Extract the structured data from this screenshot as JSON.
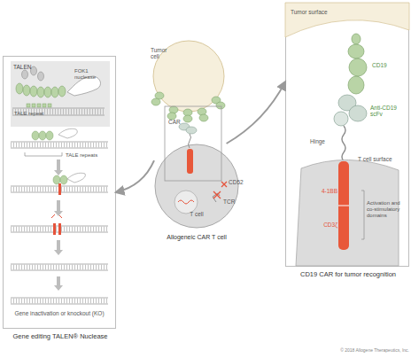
{
  "diagram": {
    "nodes": [
      {
        "text": [
          "Gene editing TALEN® Nuclease"
        ]
      },
      {
        "text": [
          "TALEN",
          "TALE repeat",
          "FOK1 nuclease"
        ],
        "in": 0
      },
      {
        "text": [
          "Tumor cell"
        ]
      },
      {
        "text": [
          "T cell",
          "Allogeneic CAR T cell"
        ]
      },
      {
        "text": [
          "CD19 CAR for tumor recognition"
        ]
      }
    ],
    "edges": [
      {
        "from": 3,
        "to": 0,
        "arrow": "to"
      },
      {
        "from": 3,
        "to": 4,
        "arrow": "to"
      }
    ],
    "labels": [
      "CAR",
      "CD52",
      "TCR",
      "TALE repeats",
      "Gene inactivation or knockout (KO)",
      "Tumor surface",
      "CD19",
      "Anti-CD19 scFv",
      "Hinge",
      "T cell surface",
      "4-1BB",
      "CD3ζ",
      "Activation and co-stimulatory domains",
      "© 2018 Allogene Therapeutics, Inc."
    ]
  }
}
